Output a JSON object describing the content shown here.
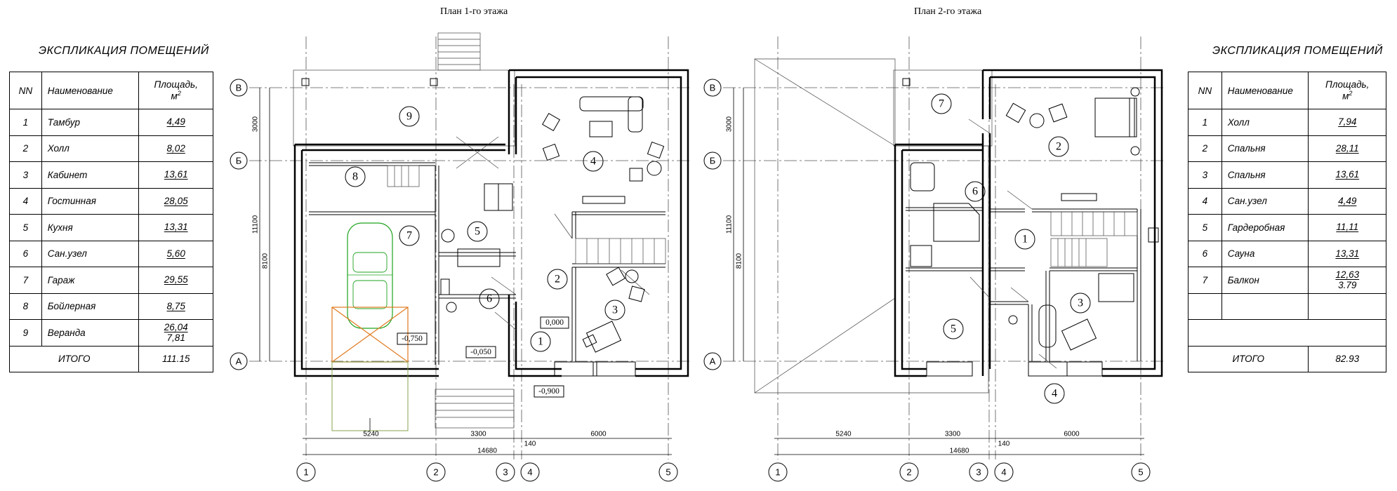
{
  "plan1": {
    "title": "План 1-го этажа",
    "room_labels": [
      "9",
      "8",
      "7",
      "5",
      "6",
      "4",
      "2",
      "3",
      "1"
    ],
    "elevations": [
      "0,000",
      "-0,750",
      "-0,050",
      "-0,900"
    ]
  },
  "plan2": {
    "title": "План 2-го этажа",
    "room_labels": [
      "7",
      "6",
      "2",
      "1",
      "5",
      "3",
      "4"
    ]
  },
  "grid_rows": [
    "В",
    "Б",
    "А"
  ],
  "grid_cols": [
    "1",
    "2",
    "3",
    "4",
    "5"
  ],
  "dimensions": {
    "vertical": [
      "3000",
      "11100",
      "8100"
    ],
    "bottom_segments": [
      "5240",
      "3300",
      "140",
      "6000"
    ],
    "bottom_total": "14680"
  },
  "table1": {
    "title": "ЭКСПЛИКАЦИЯ ПОМЕЩЕНИЙ",
    "header": {
      "nn": "NN",
      "name": "Наименование",
      "area_line1": "Площадь,",
      "area_unit": "м",
      "area_sup": "2"
    },
    "rows": [
      {
        "nn": "1",
        "name": "Тамбур",
        "area": "4,49",
        "area2": ""
      },
      {
        "nn": "2",
        "name": "Холл",
        "area": "8,02",
        "area2": ""
      },
      {
        "nn": "3",
        "name": "Кабинет",
        "area": "13,61",
        "area2": ""
      },
      {
        "nn": "4",
        "name": "Гостинная",
        "area": "28,05",
        "area2": ""
      },
      {
        "nn": "5",
        "name": "Кухня",
        "area": "13,31",
        "area2": ""
      },
      {
        "nn": "6",
        "name": "Сан.узел",
        "area": "5,60",
        "area2": ""
      },
      {
        "nn": "7",
        "name": "Гараж",
        "area": "29,55",
        "area2": ""
      },
      {
        "nn": "8",
        "name": "Бойлерная",
        "area": "8,75",
        "area2": ""
      },
      {
        "nn": "9",
        "name": "Веранда",
        "area": "26,04",
        "area2": "7,81"
      }
    ],
    "total_label": "ИТОГО",
    "total_value": "111.15"
  },
  "table2": {
    "title": "ЭКСПЛИКАЦИЯ ПОМЕЩЕНИЙ",
    "header": {
      "nn": "NN",
      "name": "Наименование",
      "area_line1": "Площадь,",
      "area_unit": "м",
      "area_sup": "2"
    },
    "rows": [
      {
        "nn": "1",
        "name": "Холл",
        "area": "7,94",
        "area2": ""
      },
      {
        "nn": "2",
        "name": "Спальня",
        "area": "28,11",
        "area2": ""
      },
      {
        "nn": "3",
        "name": "Спальня",
        "area": "13,61",
        "area2": ""
      },
      {
        "nn": "4",
        "name": "Сан.узел",
        "area": "4,49",
        "area2": ""
      },
      {
        "nn": "5",
        "name": "Гардеробная",
        "area": "11,11",
        "area2": ""
      },
      {
        "nn": "6",
        "name": "Сауна",
        "area": "13,31",
        "area2": ""
      },
      {
        "nn": "7",
        "name": "Балкон",
        "area": "12,63",
        "area2": "3.79"
      }
    ],
    "total_label": "ИТОГО",
    "total_value": "82.93"
  }
}
